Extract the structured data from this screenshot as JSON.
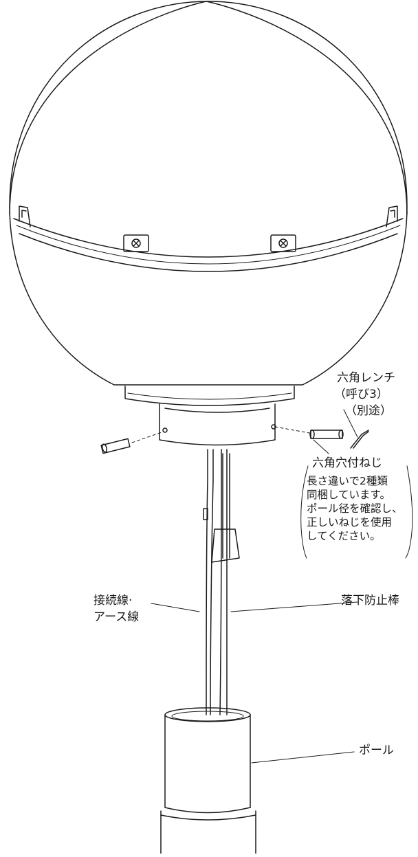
{
  "labels": {
    "wrench": [
      "六角レンチ",
      "（呼び3）",
      "（別途）"
    ],
    "screw": "六角穴付ねじ",
    "note": [
      "長さ違いで2種類",
      "同梱しています。",
      "ポール径を確認し、",
      "正しいねじを使用",
      "してください。"
    ],
    "wire": [
      "接続線·",
      "アース線"
    ],
    "fall_bar": "落下防止棒",
    "pole": "ポール"
  }
}
